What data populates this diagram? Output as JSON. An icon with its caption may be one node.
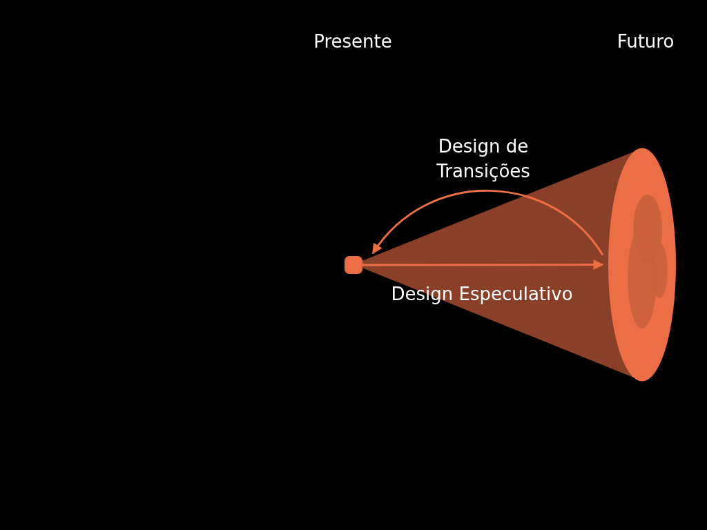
{
  "diagram": {
    "nodes": [
      {
        "text": [],
        "shape": "box"
      },
      {
        "text": [],
        "shape": "circle"
      }
    ],
    "edges": [
      {
        "from": 0,
        "to": 1,
        "arrow": "to",
        "label": "Design Especulativo"
      },
      {
        "from": 1,
        "to": 0,
        "arrow": "to",
        "label": "Design de Transições"
      }
    ],
    "labels": [
      "Presente",
      "Futuro"
    ]
  }
}
